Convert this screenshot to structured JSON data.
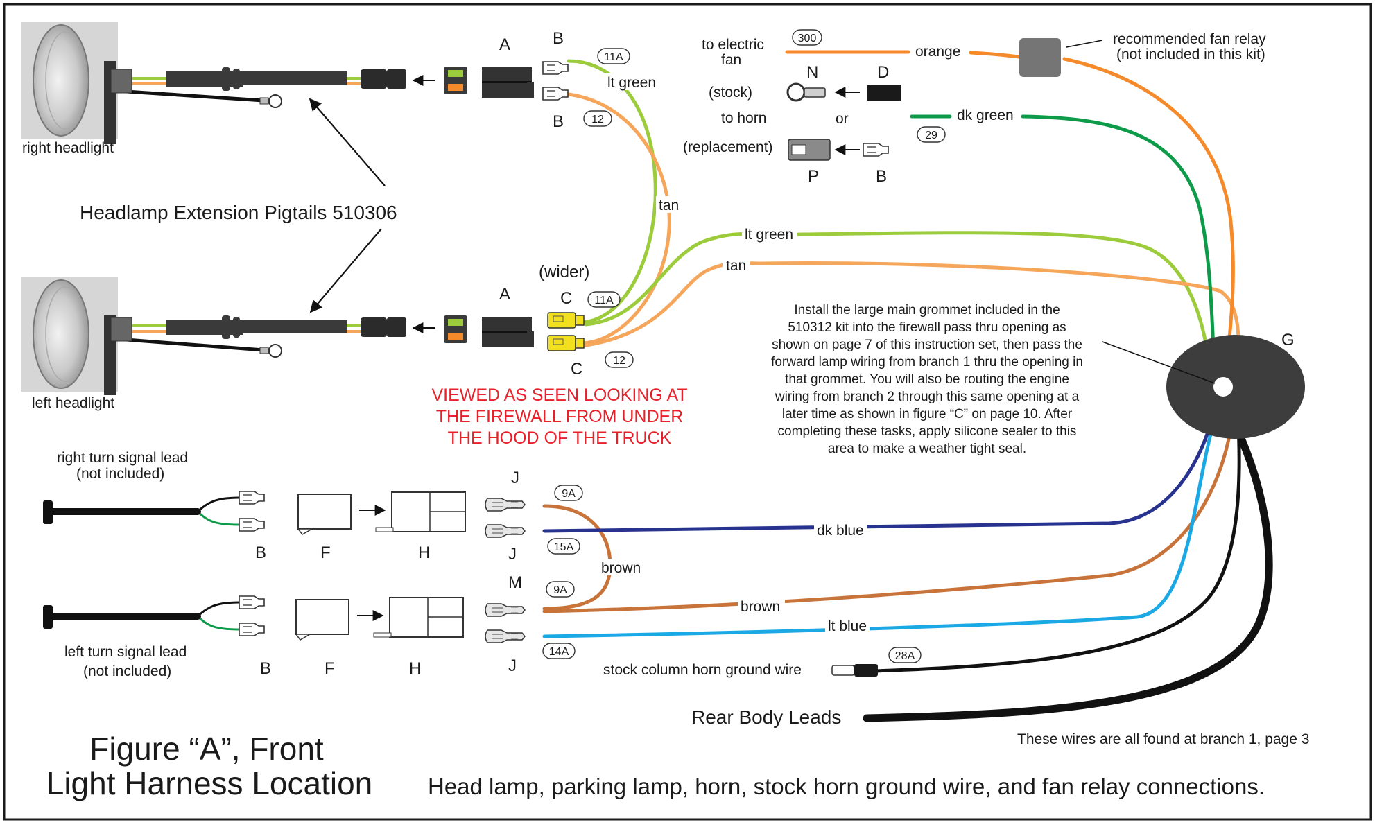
{
  "headlights": {
    "right": "right headlight",
    "left": "left headlight",
    "pigtails": "Headlamp Extension Pigtails 510306"
  },
  "letters": {
    "a_top": "A",
    "b_top1": "B",
    "b_top2": "B",
    "a_bot": "A",
    "c_top": "C",
    "c_bot": "C",
    "wider": "(wider)",
    "n": "N",
    "d": "D",
    "p": "P",
    "b_horn": "B",
    "g": "G",
    "b_rt": "B",
    "f_rt": "F",
    "h_rt": "H",
    "b_lt": "B",
    "f_lt": "F",
    "h_lt": "H",
    "j1": "J",
    "j2": "J",
    "m": "M",
    "j3": "J"
  },
  "tags": {
    "t11a_top": "11A",
    "t12_top": "12",
    "t11a_bot": "11A",
    "t12_bot": "12",
    "t300": "300",
    "t29": "29",
    "t9a_1": "9A",
    "t15a": "15A",
    "t9a_2": "9A",
    "t14a": "14A",
    "t28a": "28A"
  },
  "wires": {
    "lt_green_top": "lt green",
    "tan_top": "tan",
    "lt_green_mid": "lt green",
    "tan_mid": "tan",
    "orange": "orange",
    "dk_green": "dk green",
    "dk_blue": "dk blue",
    "brown_loop": "brown",
    "brown_long": "brown",
    "lt_blue": "lt blue"
  },
  "fan": {
    "to_fan_1": "to electric",
    "to_fan_2": "fan",
    "relay_1": "recommended fan relay",
    "relay_2": "(not included in this kit)",
    "stock": "(stock)",
    "to_horn": "to horn",
    "or": "or",
    "replacement": "(replacement)"
  },
  "viewed": {
    "l1": "VIEWED AS SEEN LOOKING AT",
    "l2": "THE FIREWALL FROM UNDER",
    "l3": "THE HOOD OF THE TRUCK"
  },
  "grommet_note": [
    "Install the large main grommet included in the",
    "510312 kit into the firewall pass thru opening as",
    "shown on page 7 of this instruction set, then pass the",
    "forward lamp wiring from branch 1 thru the opening in",
    "that grommet. You will also be routing the engine",
    "wiring from branch 2 through this same opening at a",
    "later time as shown in figure “C” on page 10.  After",
    "completing these tasks, apply silicone sealer to this",
    "area to make a weather tight seal."
  ],
  "turn": {
    "right_1": "right turn signal lead",
    "right_2": "(not included)",
    "left_1": "left turn signal lead",
    "left_2": "(not included)"
  },
  "horn_ground": "stock column horn ground wire",
  "rear": "Rear Body Leads",
  "branch_note": "These wires are all found at branch 1, page 3",
  "title_1": "Figure “A”, Front",
  "title_2": "Light Harness Location",
  "caption": "Head lamp, parking lamp, horn, stock horn ground wire, and fan relay connections.",
  "colors": {
    "lt_green": "#9ccb3b",
    "tan": "#f5a65b",
    "orange": "#f58a2a",
    "dk_green": "#0d9b4a",
    "dk_blue": "#27338f",
    "brown": "#c8733a",
    "lt_blue": "#1aa9e4",
    "black": "#111111",
    "yellow": "#f2e01e",
    "red_text": "#e8202a"
  }
}
